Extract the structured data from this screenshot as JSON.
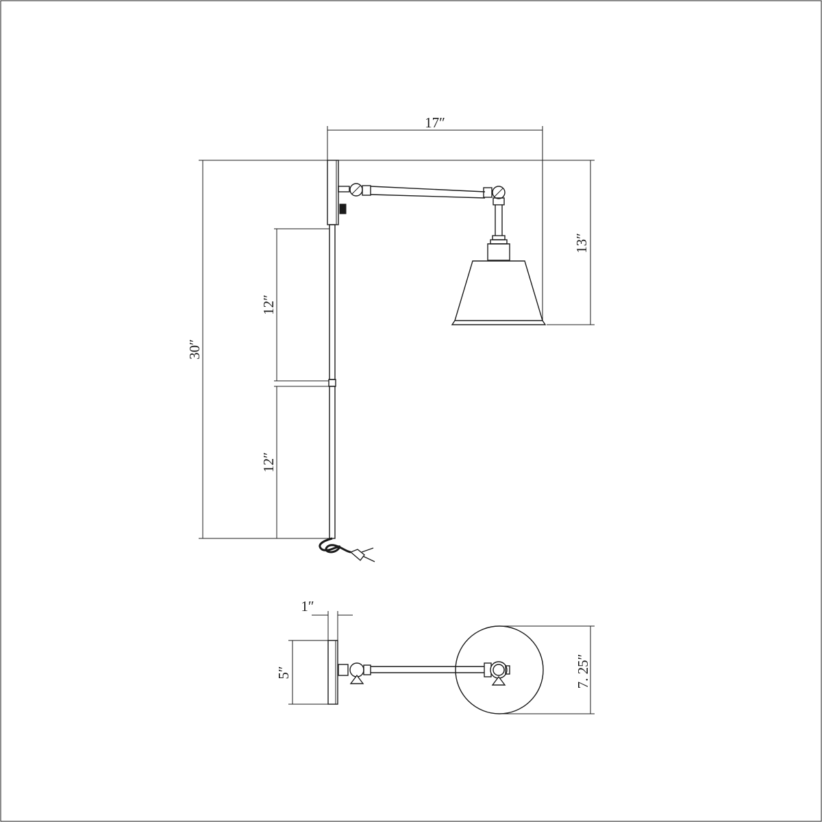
{
  "drawing": {
    "side_view": {
      "overall_height": "30″",
      "arm_reach": "17″",
      "shade_drop": "13″",
      "upper_rod": "12″",
      "lower_rod": "12″"
    },
    "top_view": {
      "backplate_depth": "1″",
      "backplate_width": "5″",
      "shade_diameter": "7. 25″"
    }
  }
}
